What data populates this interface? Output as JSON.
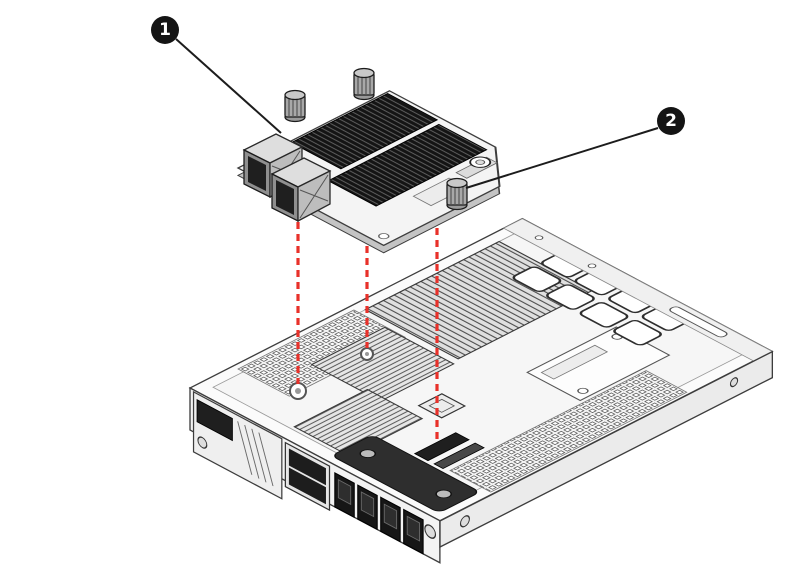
{
  "callouts": [
    {
      "label": "1",
      "points_to": "host-interface-card"
    },
    {
      "label": "2",
      "points_to": "thumbscrew"
    }
  ],
  "colors": {
    "alignment_guides": "#e8312a",
    "line_art": "#1c1c1c"
  }
}
